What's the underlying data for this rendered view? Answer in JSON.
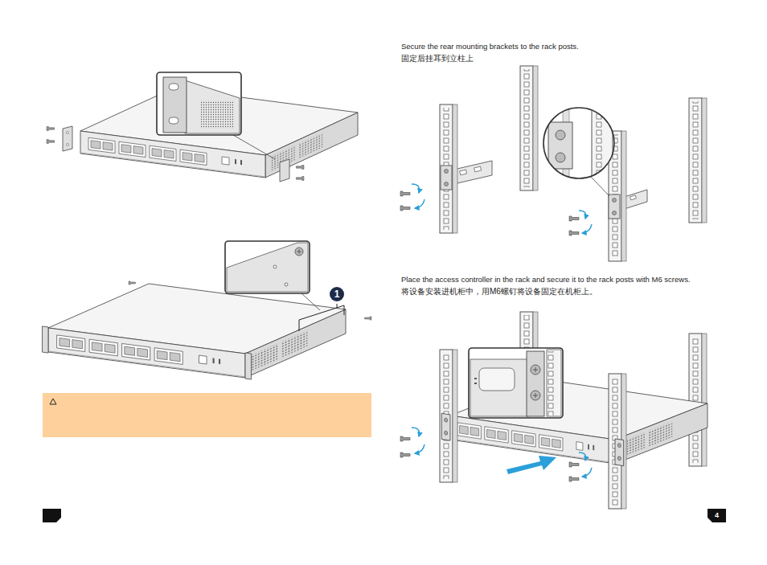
{
  "diagram": {
    "labels": [
      "Secure the rear mounting brackets to the rack posts.",
      "固定后挂耳到立柱上",
      "Place the access controller in the rack and secure it to the rack posts with M6 screws.",
      "将设备安装进机柜中，用M6螺钉将设备固定在机柜上。",
      "1",
      "4"
    ]
  }
}
